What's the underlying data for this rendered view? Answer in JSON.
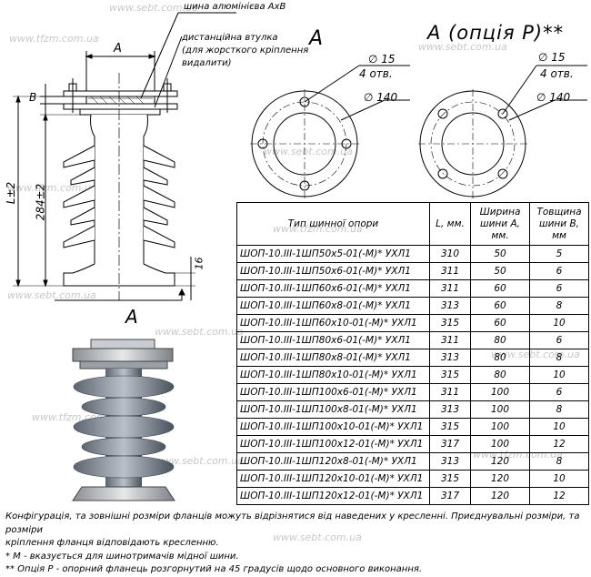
{
  "watermark": "www.sebt.com.ua",
  "watermark2": "www.tfzm.com.ua",
  "drawing": {
    "busbar_label": "шина алюмінієва АхВ",
    "spacer_label_1": "дистанційна втулка",
    "spacer_label_2": "(для жорсткого кріплення",
    "spacer_label_3": "видалити)",
    "dim_A": "А",
    "dim_B": "В",
    "dim_L": "L±2",
    "dim_284": "284±2",
    "dim_16": "16",
    "section_A": "А"
  },
  "view_a": {
    "title": "А",
    "hole_d": "∅ 15",
    "holes": "4 отв.",
    "circle_d": "∅ 140"
  },
  "view_p": {
    "title": "А (опція Р)**",
    "hole_d": "∅ 15",
    "holes": "4 отв.",
    "circle_d": "∅ 140"
  },
  "table": {
    "headers": {
      "type": "Тип шинної опори",
      "length": "L, мм.",
      "width_1": "Ширина",
      "width_2": "шини А,",
      "width_3": "мм.",
      "thick_1": "Товщина",
      "thick_2": "шини В,",
      "thick_3": "мм"
    },
    "rows": [
      {
        "type": "ШОП-10.ІІІ-1ШП50х5-01(-М)* УХЛ1",
        "L": "310",
        "A": "50",
        "B": "5"
      },
      {
        "type": "ШОП-10.ІІІ-1ШП50х6-01(-М)* УХЛ1",
        "L": "311",
        "A": "50",
        "B": "6"
      },
      {
        "type": "ШОП-10.ІІІ-1ШП60х6-01(-М)* УХЛ1",
        "L": "311",
        "A": "60",
        "B": "6"
      },
      {
        "type": "ШОП-10.ІІІ-1ШП60х8-01(-М)* УХЛ1",
        "L": "313",
        "A": "60",
        "B": "8"
      },
      {
        "type": "ШОП-10.ІІІ-1ШП60х10-01(-М)* УХЛ1",
        "L": "315",
        "A": "60",
        "B": "10"
      },
      {
        "type": "ШОП-10.ІІІ-1ШП80х6-01(-М)* УХЛ1",
        "L": "311",
        "A": "80",
        "B": "6"
      },
      {
        "type": "ШОП-10.ІІІ-1ШП80х8-01(-М)* УХЛ1",
        "L": "313",
        "A": "80",
        "B": "8"
      },
      {
        "type": "ШОП-10.ІІІ-1ШП80х10-01(-М)* УХЛ1",
        "L": "315",
        "A": "80",
        "B": "10"
      },
      {
        "type": "ШОП-10.ІІІ-1ШП100х6-01(-М)* УХЛ1",
        "L": "311",
        "A": "100",
        "B": "6"
      },
      {
        "type": "ШОП-10.ІІІ-1ШП100х8-01(-М)* УХЛ1",
        "L": "313",
        "A": "100",
        "B": "8"
      },
      {
        "type": "ШОП-10.ІІІ-1ШП100х10-01(-М)* УХЛ1",
        "L": "315",
        "A": "100",
        "B": "10"
      },
      {
        "type": "ШОП-10.ІІІ-1ШП100х12-01(-М)* УХЛ1",
        "L": "317",
        "A": "100",
        "B": "12"
      },
      {
        "type": "ШОП-10.ІІІ-1ШП120х8-01(-М)* УХЛ1",
        "L": "313",
        "A": "120",
        "B": "8"
      },
      {
        "type": "ШОП-10.ІІІ-1ШП120х10-01(-М)* УХЛ1",
        "L": "315",
        "A": "120",
        "B": "10"
      },
      {
        "type": "ШОП-10.ІІІ-1ШП120х12-01(-М)* УХЛ1",
        "L": "317",
        "A": "120",
        "B": "12"
      }
    ]
  },
  "notes": {
    "line1": "Конфігурація, та зовнішні розміри фланців можуть відрізнятися від наведених у кресленні. Приєднувальні розміри, та розміри",
    "line2": "кріплення фланця відповідають кресленню.",
    "line3": "* М - вказується для шинотримачів мідної шини.",
    "line4": "** Опція Р - опорний фланець розгорнутий на 45 градусів щодо основного виконання."
  }
}
